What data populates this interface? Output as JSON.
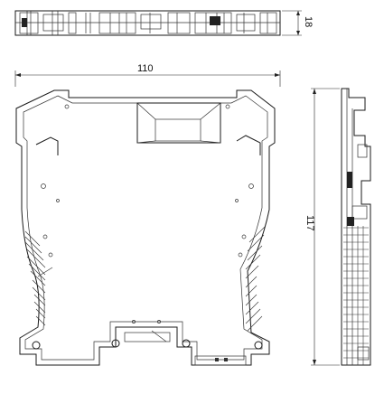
{
  "drawing": {
    "dimensions": {
      "thickness": "18",
      "width": "110",
      "height": "117"
    }
  }
}
